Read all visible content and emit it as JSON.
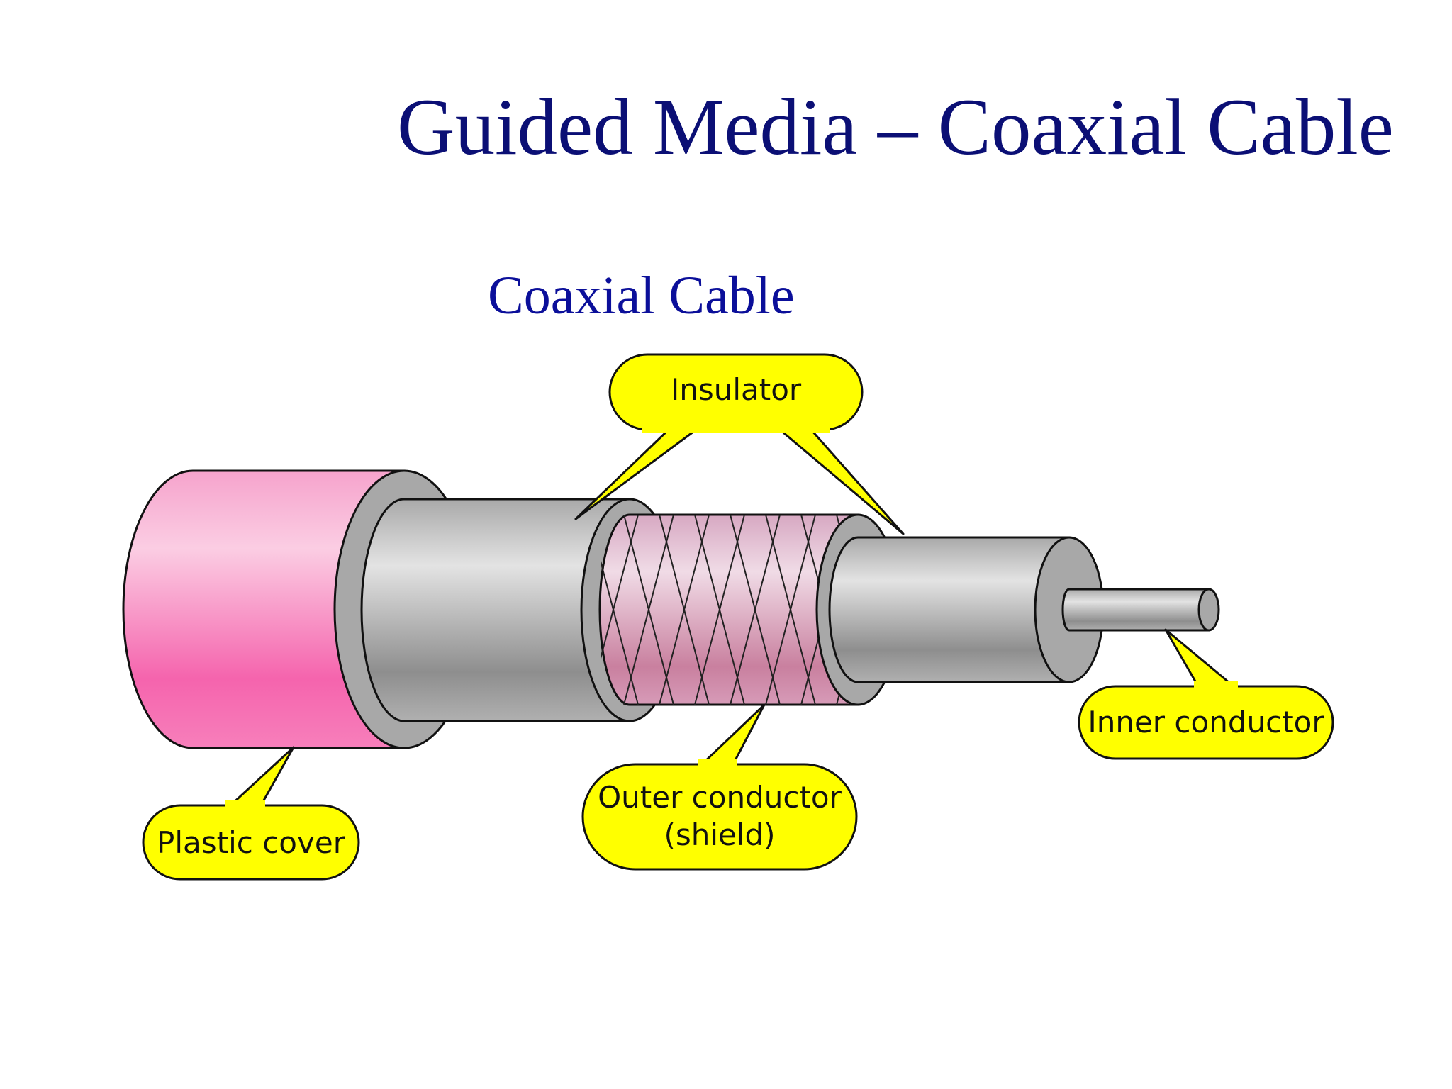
{
  "slide": {
    "title": "Guided Media – Coaxial Cable"
  },
  "diagram": {
    "title": "Coaxial Cable",
    "labels": {
      "insulator": "Insulator",
      "plastic_cover": "Plastic cover",
      "outer_conductor_line1": "Outer conductor",
      "outer_conductor_line2": "(shield)",
      "inner_conductor": "Inner conductor"
    },
    "colors": {
      "title": "#0b0f75",
      "callout_fill": "#ffff00",
      "plastic_cover": "#f564ad",
      "insulator": "#a8a8a8",
      "shield": "#d09cb9"
    }
  }
}
